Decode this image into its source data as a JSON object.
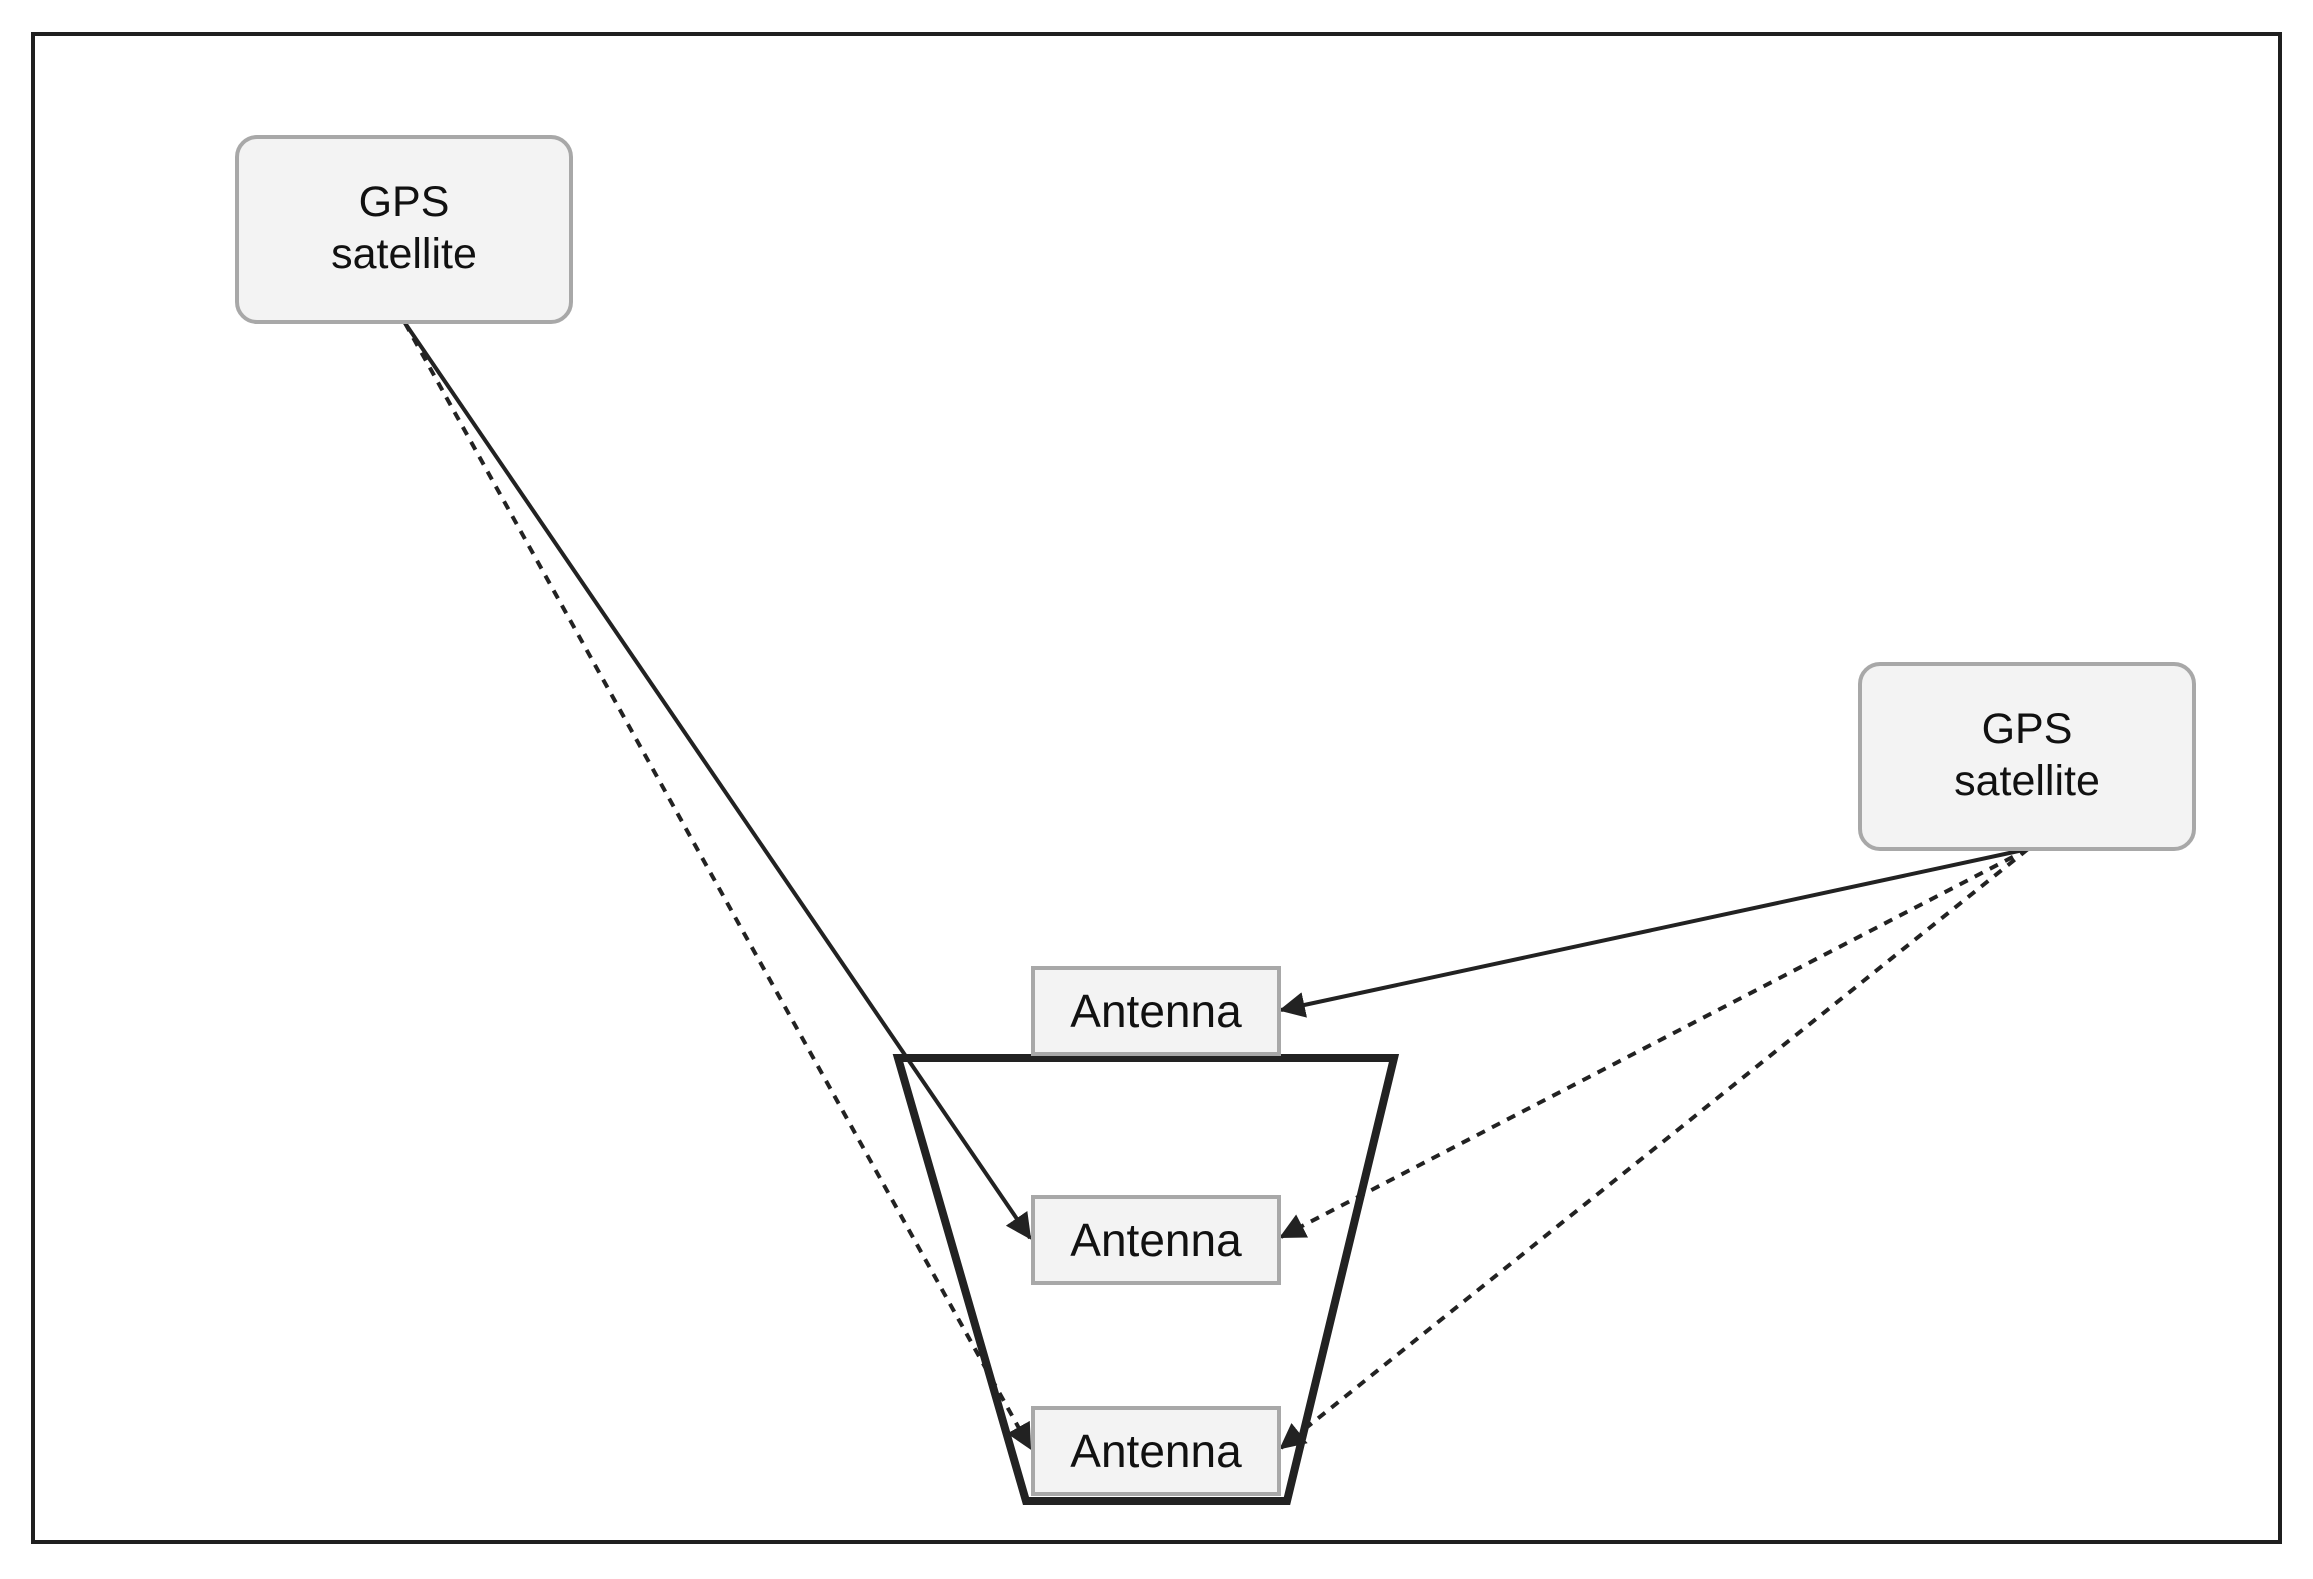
{
  "satellites": [
    {
      "line1": "GPS",
      "line2": "satellite"
    },
    {
      "line1": "GPS",
      "line2": "satellite"
    }
  ],
  "antennas": [
    {
      "label": "Antenna"
    },
    {
      "label": "Antenna"
    },
    {
      "label": "Antenna"
    }
  ],
  "signals": [
    {
      "from": "satellite-1",
      "to": "antenna-2",
      "style": "solid"
    },
    {
      "from": "satellite-1",
      "to": "antenna-3",
      "style": "dashed"
    },
    {
      "from": "satellite-2",
      "to": "antenna-1",
      "style": "solid"
    },
    {
      "from": "satellite-2",
      "to": "antenna-2",
      "style": "dashed"
    },
    {
      "from": "satellite-2",
      "to": "antenna-3",
      "style": "dashed"
    }
  ]
}
